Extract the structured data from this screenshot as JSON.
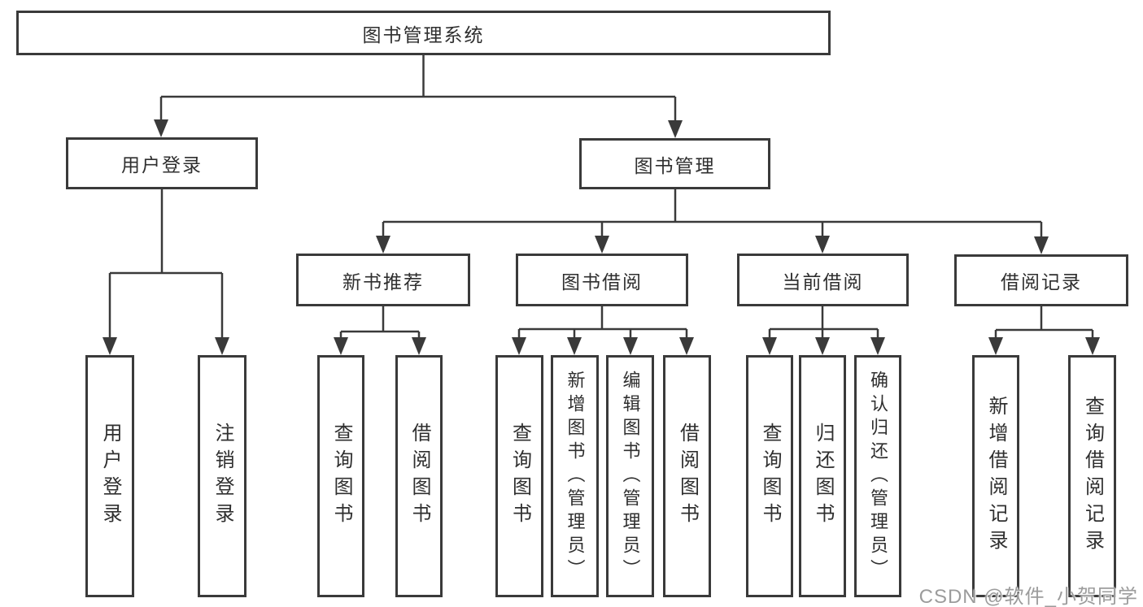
{
  "diagram": {
    "type": "hierarchy-diagram",
    "title": "图书管理系统",
    "colors": {
      "line": "#3a3a3a",
      "box_border": "#3a3a3a",
      "box_fill": "#ffffff",
      "text": "#2f2f2f",
      "watermark": "#9c9c9c"
    },
    "nodes": {
      "root": {
        "label": "图书管理系统"
      },
      "user_login": {
        "label": "用户登录"
      },
      "book_mgmt": {
        "label": "图书管理"
      },
      "new_book_rec": {
        "label": "新书推荐"
      },
      "book_borrow": {
        "label": "图书借阅"
      },
      "current_borrow": {
        "label": "当前借阅"
      },
      "borrow_record": {
        "label": "借阅记录"
      },
      "ul_login": {
        "label": "用户登录"
      },
      "ul_logout": {
        "label": "注销登录"
      },
      "nb_query": {
        "label": "查询图书"
      },
      "nb_borrow": {
        "label": "借阅图书"
      },
      "bb_query": {
        "label": "查询图书"
      },
      "bb_add": {
        "label": "新增图书（管理员）"
      },
      "bb_edit": {
        "label": "编辑图书（管理员）"
      },
      "bb_borrow": {
        "label": "借阅图书"
      },
      "cb_query": {
        "label": "查询图书"
      },
      "cb_return": {
        "label": "归还图书"
      },
      "cb_confirm": {
        "label": "确认归还（管理员）"
      },
      "br_add": {
        "label": "新增借阅记录"
      },
      "br_query": {
        "label": "查询借阅记录"
      }
    },
    "edges": [
      {
        "from": "root",
        "to": "user_login"
      },
      {
        "from": "root",
        "to": "book_mgmt"
      },
      {
        "from": "user_login",
        "to": "ul_login"
      },
      {
        "from": "user_login",
        "to": "ul_logout"
      },
      {
        "from": "book_mgmt",
        "to": "new_book_rec"
      },
      {
        "from": "book_mgmt",
        "to": "book_borrow"
      },
      {
        "from": "book_mgmt",
        "to": "current_borrow"
      },
      {
        "from": "book_mgmt",
        "to": "borrow_record"
      },
      {
        "from": "new_book_rec",
        "to": "nb_query"
      },
      {
        "from": "new_book_rec",
        "to": "nb_borrow"
      },
      {
        "from": "book_borrow",
        "to": "bb_query"
      },
      {
        "from": "book_borrow",
        "to": "bb_add"
      },
      {
        "from": "book_borrow",
        "to": "bb_edit"
      },
      {
        "from": "book_borrow",
        "to": "bb_borrow"
      },
      {
        "from": "current_borrow",
        "to": "cb_query"
      },
      {
        "from": "current_borrow",
        "to": "cb_return"
      },
      {
        "from": "current_borrow",
        "to": "cb_confirm"
      },
      {
        "from": "borrow_record",
        "to": "br_add"
      },
      {
        "from": "borrow_record",
        "to": "br_query"
      }
    ],
    "watermark": "CSDN @软件_小贺同学"
  }
}
